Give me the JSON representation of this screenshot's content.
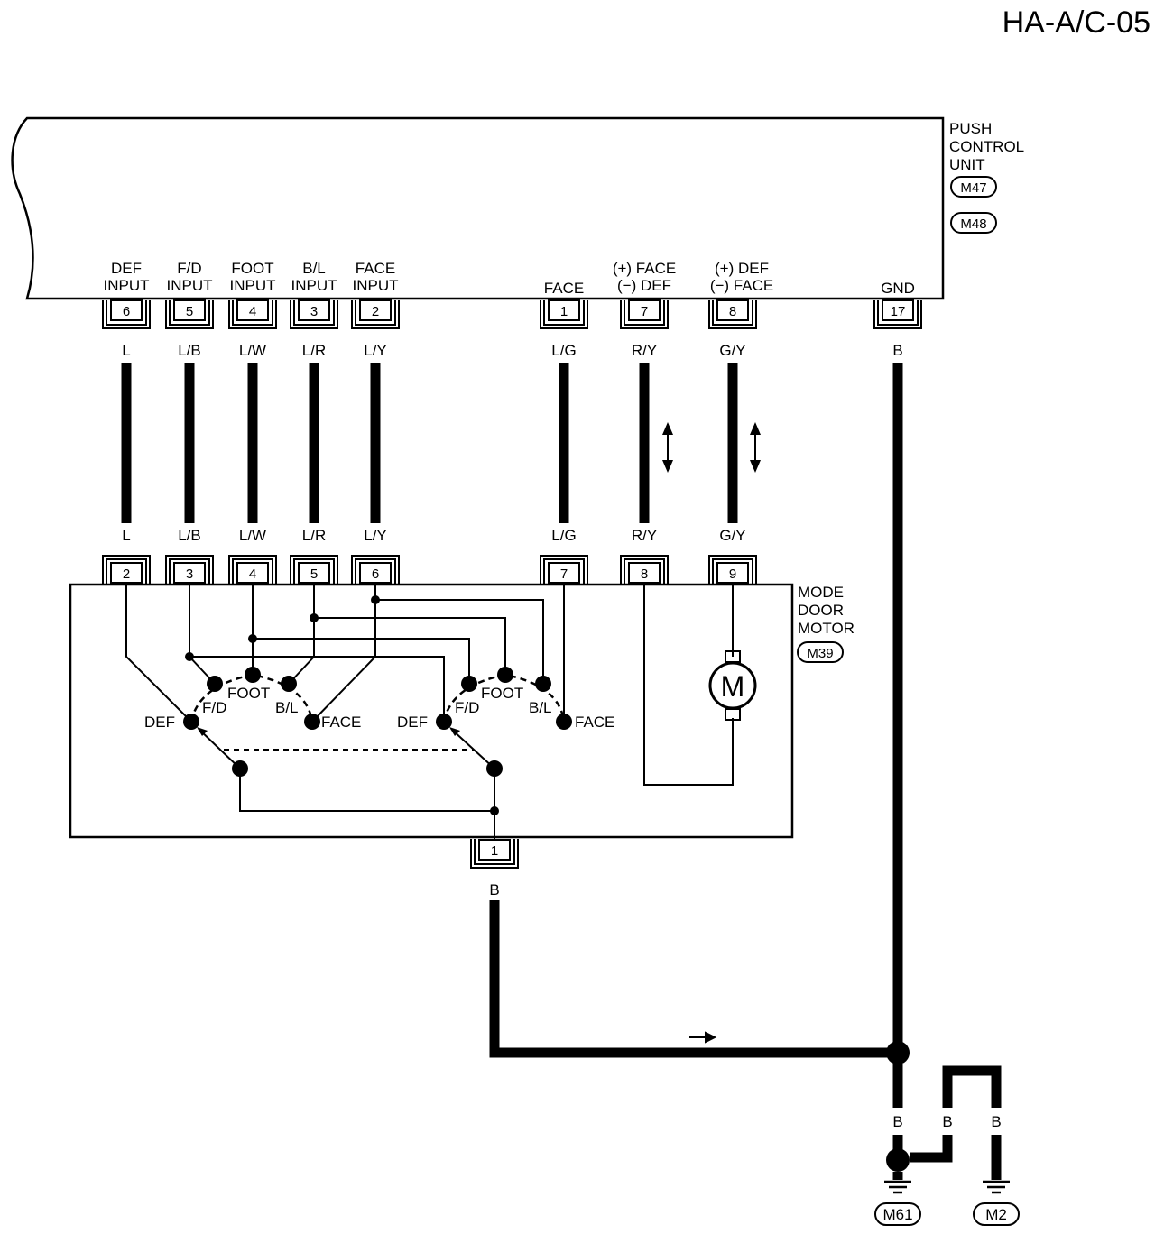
{
  "page_code": "HA-A/C-05",
  "control_unit": {
    "name_lines": [
      "PUSH",
      "CONTROL",
      "UNIT"
    ],
    "connectors": [
      "M47",
      "M48"
    ]
  },
  "cu_terminals": [
    {
      "label1": "DEF",
      "label2": "INPUT",
      "pin": "6",
      "wire": "L"
    },
    {
      "label1": "F/D",
      "label2": "INPUT",
      "pin": "5",
      "wire": "L/B"
    },
    {
      "label1": "FOOT",
      "label2": "INPUT",
      "pin": "4",
      "wire": "L/W"
    },
    {
      "label1": "B/L",
      "label2": "INPUT",
      "pin": "3",
      "wire": "L/R"
    },
    {
      "label1": "FACE",
      "label2": "INPUT",
      "pin": "2",
      "wire": "L/Y"
    },
    {
      "label1": "",
      "label2": "FACE",
      "pin": "1",
      "wire": "L/G"
    },
    {
      "label1": "(+) FACE",
      "label2": "(−) DEF",
      "pin": "7",
      "wire": "R/Y"
    },
    {
      "label1": "(+) DEF",
      "label2": "(−) FACE",
      "pin": "8",
      "wire": "G/Y"
    },
    {
      "label1": "",
      "label2": "GND",
      "pin": "17",
      "wire": "B"
    }
  ],
  "motor": {
    "name_lines": [
      "MODE",
      "DOOR",
      "MOTOR"
    ],
    "connector": "M39",
    "pins": [
      "2",
      "3",
      "4",
      "5",
      "6",
      "7",
      "8",
      "9"
    ],
    "wires": [
      "L",
      "L/B",
      "L/W",
      "L/R",
      "L/Y",
      "L/G",
      "R/Y",
      "G/Y"
    ],
    "ground_pin": "1",
    "ground_wire": "B",
    "motor_symbol": "M",
    "switch_left": {
      "def": "DEF",
      "fd": "F/D",
      "foot": "FOOT",
      "bl": "B/L",
      "face": "FACE"
    },
    "switch_right": {
      "def": "DEF",
      "fd": "F/D",
      "foot": "FOOT",
      "bl": "B/L",
      "face": "FACE"
    }
  },
  "grounds": {
    "wire_a": "B",
    "wire_b": "B",
    "wire_c": "B",
    "ground_left": "M61",
    "ground_right": "M2"
  }
}
